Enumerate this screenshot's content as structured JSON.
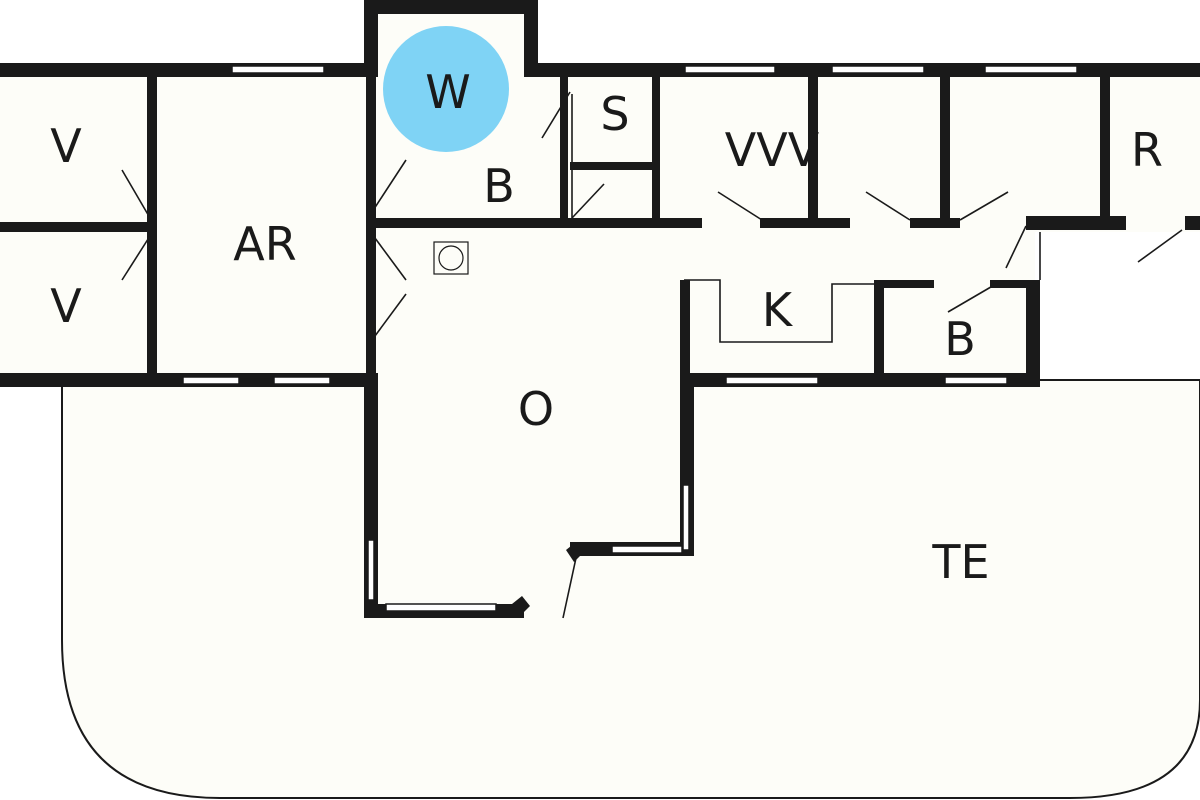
{
  "plan": {
    "highlight_color": "#7fd3f5",
    "wall_color": "#1a1a1a",
    "floor_color": "#fdfdf8",
    "rooms": [
      {
        "id": "v-top",
        "label": "V"
      },
      {
        "id": "v-bottom",
        "label": "V"
      },
      {
        "id": "ar",
        "label": "AR"
      },
      {
        "id": "w",
        "label": "W"
      },
      {
        "id": "b-top",
        "label": "B"
      },
      {
        "id": "s",
        "label": "S"
      },
      {
        "id": "vvv",
        "label": "VVV"
      },
      {
        "id": "r",
        "label": "R"
      },
      {
        "id": "k",
        "label": "K"
      },
      {
        "id": "b-right",
        "label": "B"
      },
      {
        "id": "o",
        "label": "O"
      },
      {
        "id": "te",
        "label": "TE"
      }
    ]
  }
}
